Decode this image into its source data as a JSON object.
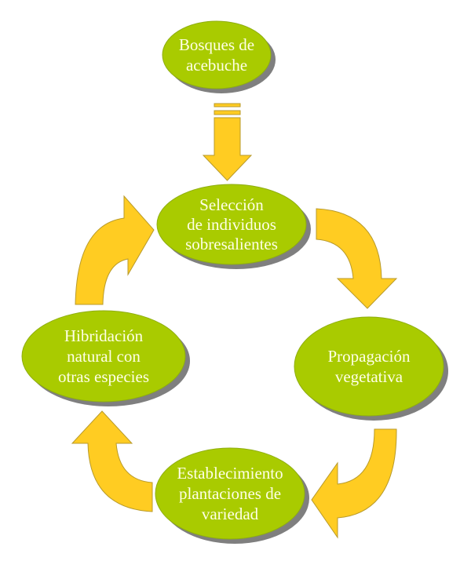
{
  "diagram": {
    "type": "cycle-flowchart",
    "colors": {
      "node_fill": "#A9CB00",
      "node_stroke": "#8FAE10",
      "node_shadow": "#7F7F7F",
      "node_text": "#FFFFE6",
      "arrow_fill": "#FFCC22",
      "arrow_stroke": "#B89A2A"
    },
    "nodes": [
      {
        "id": "bosques",
        "lines": [
          "Bosques de",
          "acebuche"
        ]
      },
      {
        "id": "seleccion",
        "lines": [
          "Selección",
          "de individuos",
          "sobresalientes"
        ]
      },
      {
        "id": "propagacion",
        "lines": [
          "Propagación",
          "vegetativa"
        ]
      },
      {
        "id": "establecimiento",
        "lines": [
          "Establecimiento",
          "plantaciones de",
          "variedad"
        ]
      },
      {
        "id": "hibridacion",
        "lines": [
          "Hibridación",
          "natural con",
          "otras especies"
        ]
      }
    ],
    "edges": [
      {
        "from": "bosques",
        "to": "seleccion",
        "style": "striped-straight"
      },
      {
        "from": "seleccion",
        "to": "propagacion",
        "style": "curved"
      },
      {
        "from": "propagacion",
        "to": "establecimiento",
        "style": "curved"
      },
      {
        "from": "establecimiento",
        "to": "hibridacion",
        "style": "curved"
      },
      {
        "from": "hibridacion",
        "to": "seleccion",
        "style": "curved"
      }
    ]
  }
}
